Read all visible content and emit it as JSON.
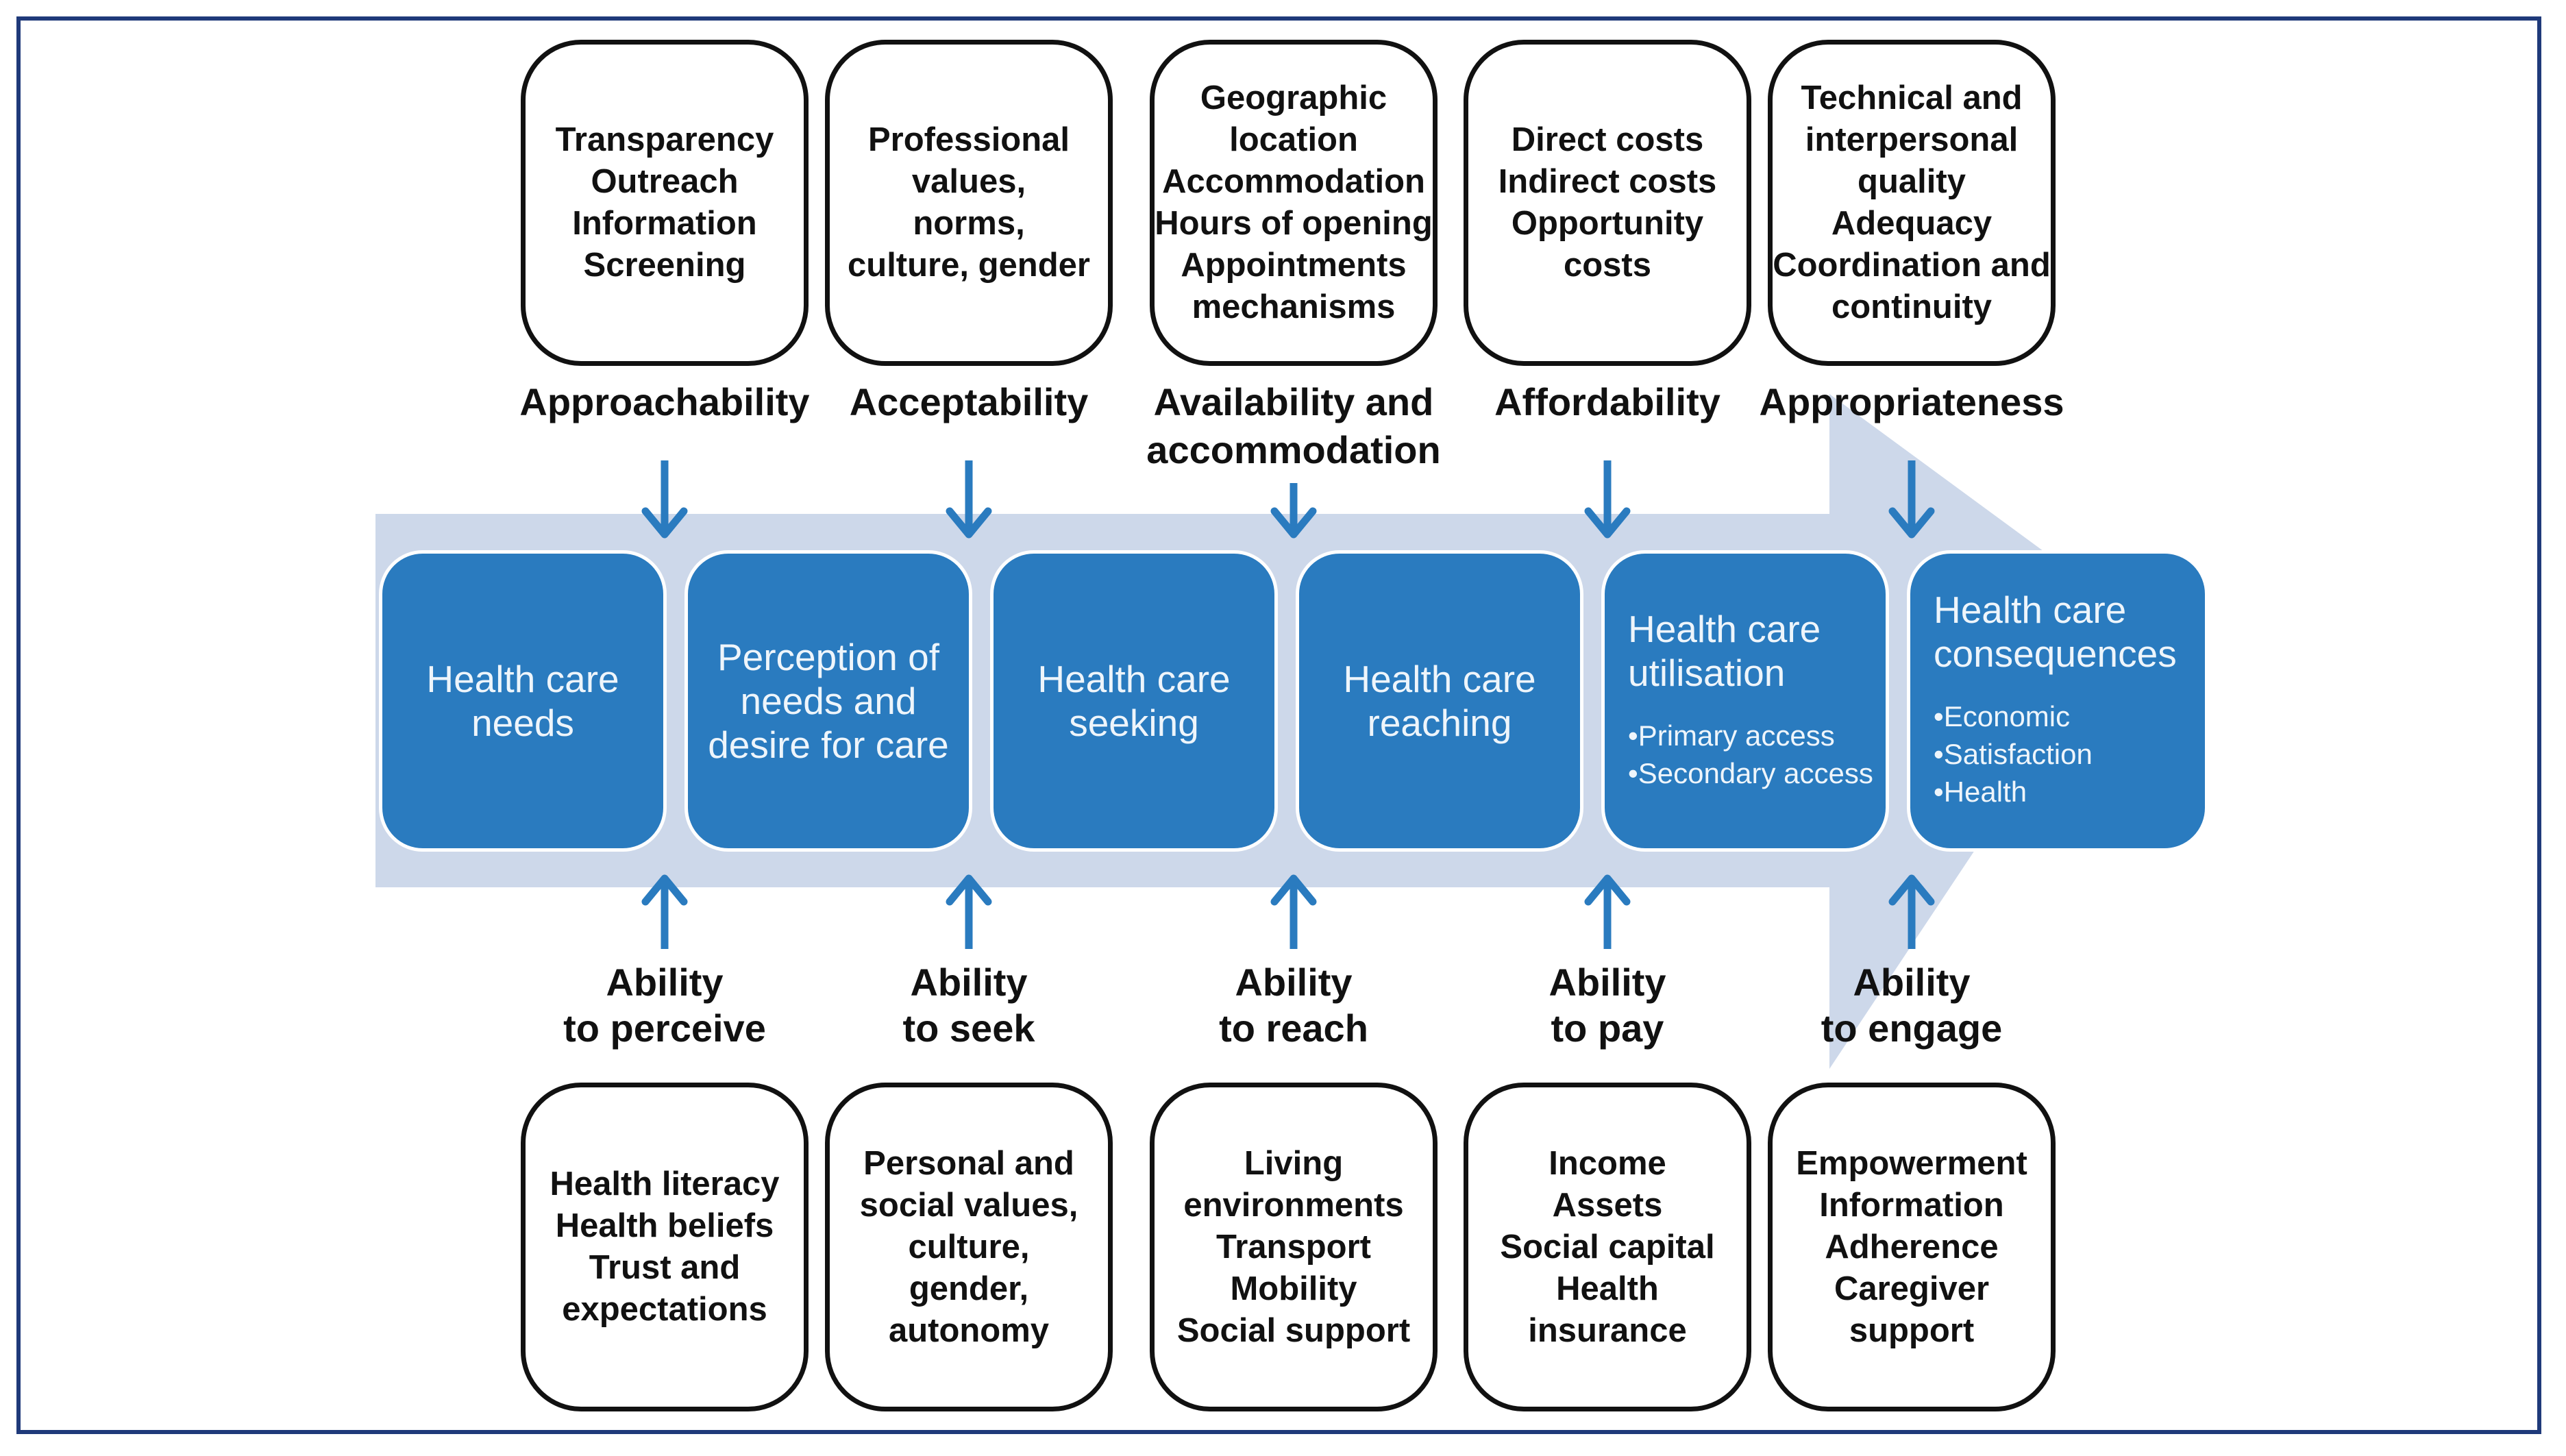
{
  "band_color": "#cdd8ea",
  "stage_color": "#2a7bbf",
  "arrow_color": "#2a7bbf",
  "supply": [
    {
      "factors": [
        "Transparency",
        "Outreach",
        "Information",
        "Screening"
      ],
      "dimension": [
        "Approachability"
      ]
    },
    {
      "factors": [
        "Professional",
        "values,",
        "norms,",
        "culture, gender"
      ],
      "dimension": [
        "Acceptability"
      ]
    },
    {
      "factors": [
        "Geographic",
        "location",
        "Accommodation",
        "Hours of opening",
        "Appointments",
        "mechanisms"
      ],
      "dimension": [
        "Availability and",
        "accommodation"
      ]
    },
    {
      "factors": [
        "Direct costs",
        "Indirect costs",
        "Opportunity",
        "costs"
      ],
      "dimension": [
        "Affordability"
      ]
    },
    {
      "factors": [
        "Technical and",
        "interpersonal",
        "quality",
        "Adequacy",
        "Coordination and",
        "continuity"
      ],
      "dimension": [
        "Appropriateness"
      ]
    }
  ],
  "stages": [
    {
      "title": [
        "Health care",
        "needs"
      ],
      "bullets": []
    },
    {
      "title": [
        "Perception of",
        "needs and",
        "desire for care"
      ],
      "bullets": []
    },
    {
      "title": [
        "Health care",
        "seeking"
      ],
      "bullets": []
    },
    {
      "title": [
        "Health care",
        "reaching"
      ],
      "bullets": []
    },
    {
      "title": [
        "Health care",
        "utilisation"
      ],
      "bullets": [
        "Primary access",
        "Secondary access"
      ]
    },
    {
      "title": [
        "Health care",
        "consequences"
      ],
      "bullets": [
        "Economic",
        "Satisfaction",
        "Health"
      ]
    }
  ],
  "demand": [
    {
      "ability": [
        "Ability",
        "to perceive"
      ],
      "factors": [
        "Health literacy",
        "Health beliefs",
        "Trust and",
        "expectations"
      ]
    },
    {
      "ability": [
        "Ability",
        "to seek"
      ],
      "factors": [
        "Personal and",
        "social values,",
        "culture,",
        "gender,",
        "autonomy"
      ]
    },
    {
      "ability": [
        "Ability",
        "to reach"
      ],
      "factors": [
        "Living",
        "environments",
        "Transport",
        "Mobility",
        "Social support"
      ]
    },
    {
      "ability": [
        "Ability",
        "to pay"
      ],
      "factors": [
        "Income",
        "Assets",
        "Social capital",
        "Health",
        "insurance"
      ]
    },
    {
      "ability": [
        "Ability",
        "to engage"
      ],
      "factors": [
        "Empowerment",
        "Information",
        "Adherence",
        "Caregiver",
        "support"
      ]
    }
  ]
}
